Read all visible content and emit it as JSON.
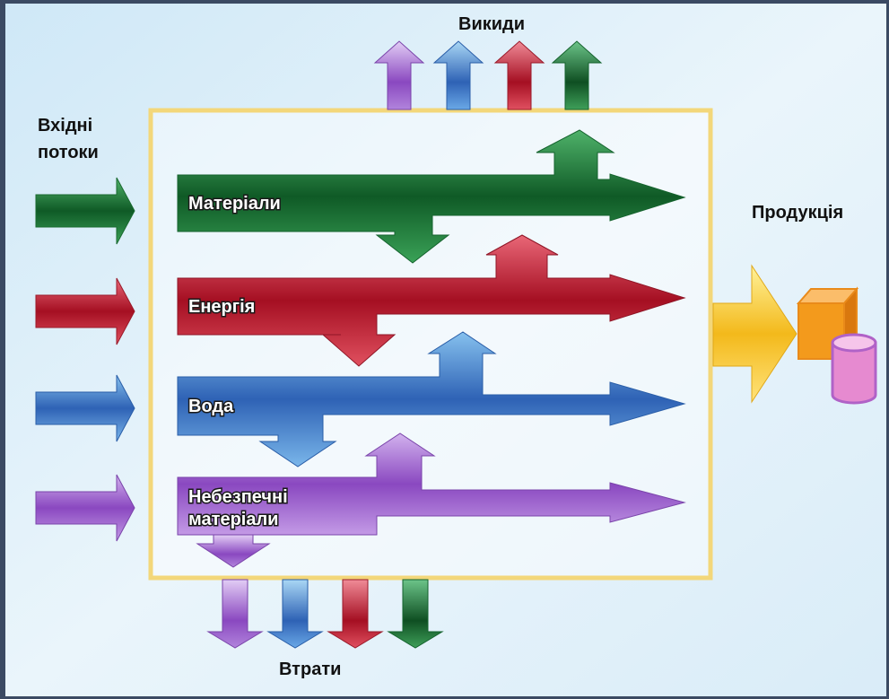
{
  "labels": {
    "inputs_line1": "Вхідні",
    "inputs_line2": "потоки",
    "emissions": "Викиди",
    "losses": "Втрати",
    "products": "Продукція"
  },
  "flows": [
    {
      "line1": "Матеріали",
      "line2": "",
      "color": "#1f8a3c"
    },
    {
      "line1": "Енергія",
      "line2": "",
      "color": "#c8253a"
    },
    {
      "line1": "Вода",
      "line2": "",
      "color": "#3f7fcf"
    },
    {
      "line1": "Небезпечні",
      "line2": "матеріали",
      "color": "#9a5fc9"
    }
  ],
  "colors": {
    "process_border": "#f3d77a",
    "product_arrow": "#f7c62a",
    "product_box": "#f39a1c",
    "product_cylinder": "#e68ad0"
  }
}
